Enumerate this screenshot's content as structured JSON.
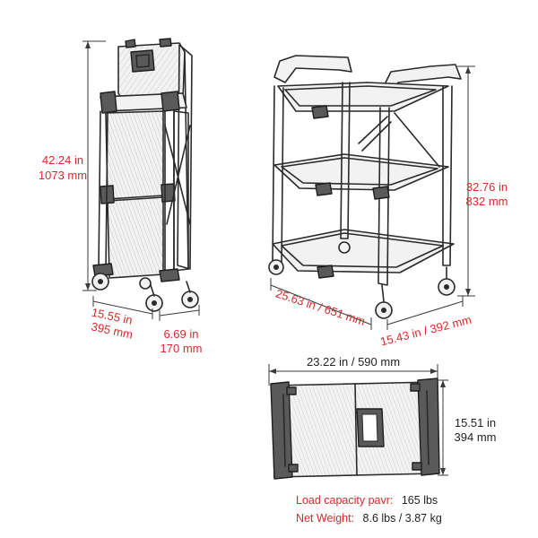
{
  "folded_cart": {
    "height": {
      "imperial": "42.24 in",
      "metric": "1073 mm"
    },
    "depth": {
      "imperial": "15.55 in",
      "metric": "395 mm"
    },
    "width": {
      "imperial": "6.69 in",
      "metric": "170 mm"
    }
  },
  "open_cart": {
    "height": {
      "imperial": "32.76 in",
      "metric": "832 mm"
    },
    "length": {
      "label": "25.63 in / 651 mm"
    },
    "depth": {
      "label": "15.43 in / 392 mm"
    }
  },
  "top_view": {
    "width": {
      "label": "23.22 in / 590 mm"
    },
    "depth": {
      "imperial": "15.51 in",
      "metric": "394 mm"
    }
  },
  "specs": {
    "load_label": "Load capacity pavr:",
    "load_value": "165 lbs",
    "weight_label": "Net Weight:",
    "weight_value": "8.6 lbs / 3.87 kg"
  },
  "colors": {
    "dimension_text": "#d52b2b",
    "ink": "#2a2a2a"
  }
}
